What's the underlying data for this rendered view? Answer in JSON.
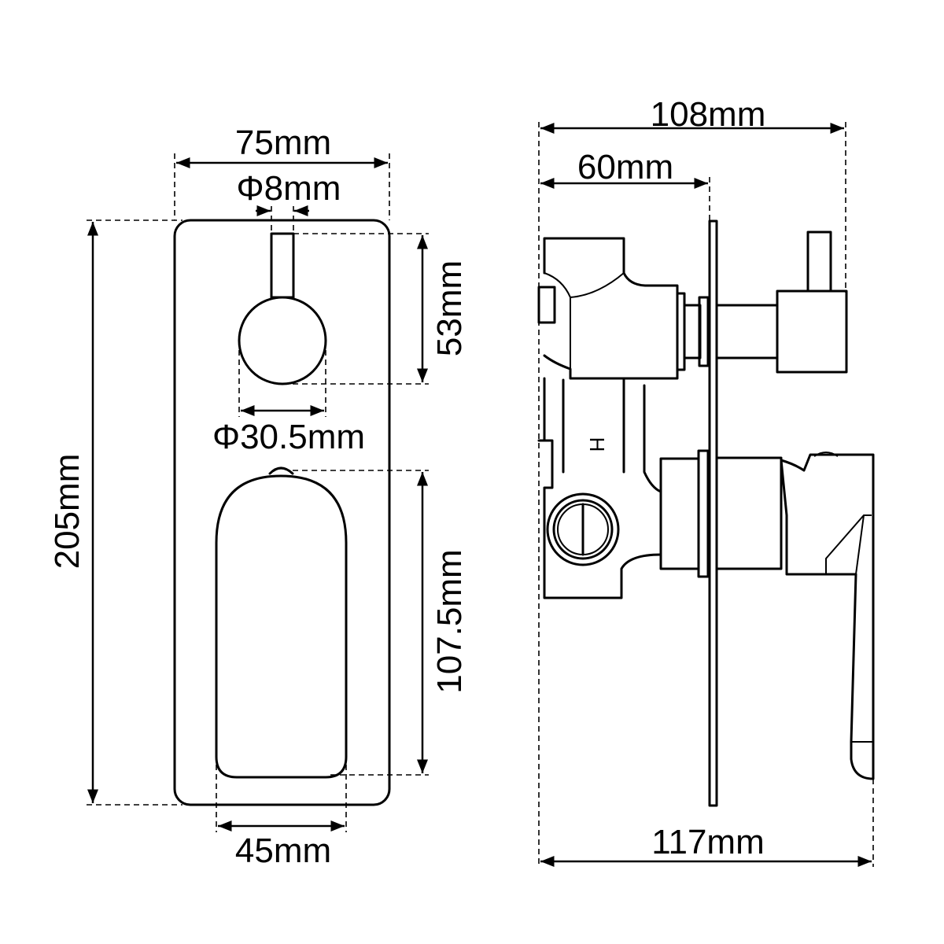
{
  "front_view": {
    "width_label": "75mm",
    "stem_label": "Φ8mm",
    "knob_offset_label": "53mm",
    "knob_diameter_label": "Φ30.5mm",
    "height_label": "205mm",
    "button_height_label": "107.5mm",
    "button_width_label": "45mm"
  },
  "side_view": {
    "overall_top_label": "108mm",
    "body_depth_label": "60mm",
    "overall_bottom_label": "117mm",
    "inlet_mark": "H"
  },
  "colors": {
    "line": "#000000",
    "background": "#ffffff"
  }
}
